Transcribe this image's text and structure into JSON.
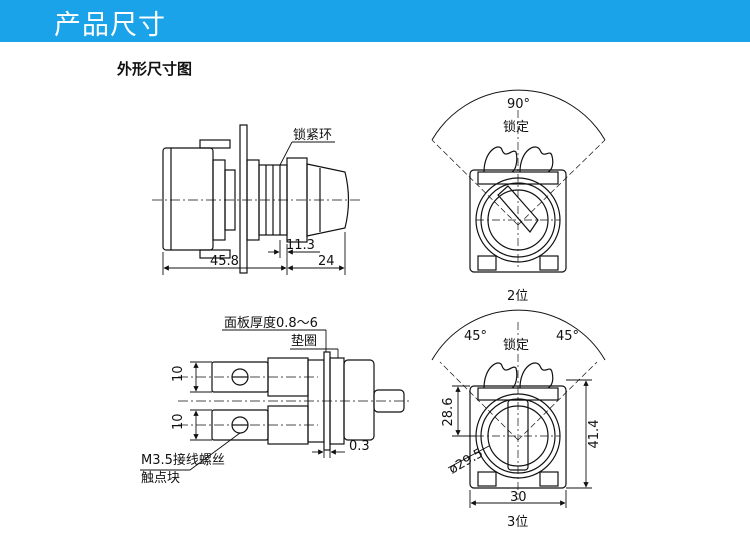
{
  "header": {
    "title": "产品尺寸",
    "background": "#1aa3e8"
  },
  "subtitle": "外形尺寸图",
  "side_top": {
    "callout_ring": "锁紧环",
    "dim_overall": "45.8",
    "dim_mid": "11.3",
    "dim_front": "24"
  },
  "side_bottom": {
    "callout_panel": "面板厚度0.8～6",
    "callout_washer": "垫圈",
    "dim_h1": "10",
    "dim_h2": "10",
    "dim_gap": "0.3",
    "callout_screw_1": "M3.5接线螺丝",
    "callout_screw_2": "触点块"
  },
  "front_2pos": {
    "angle": "90°",
    "lock": "锁定",
    "caption": "2位"
  },
  "front_3pos": {
    "angle_left": "45°",
    "angle_right": "45°",
    "lock": "锁定",
    "dim_height": "28.6",
    "dim_total": "41.4",
    "dim_dia": "ø29.5",
    "dim_width": "30",
    "caption": "3位"
  }
}
